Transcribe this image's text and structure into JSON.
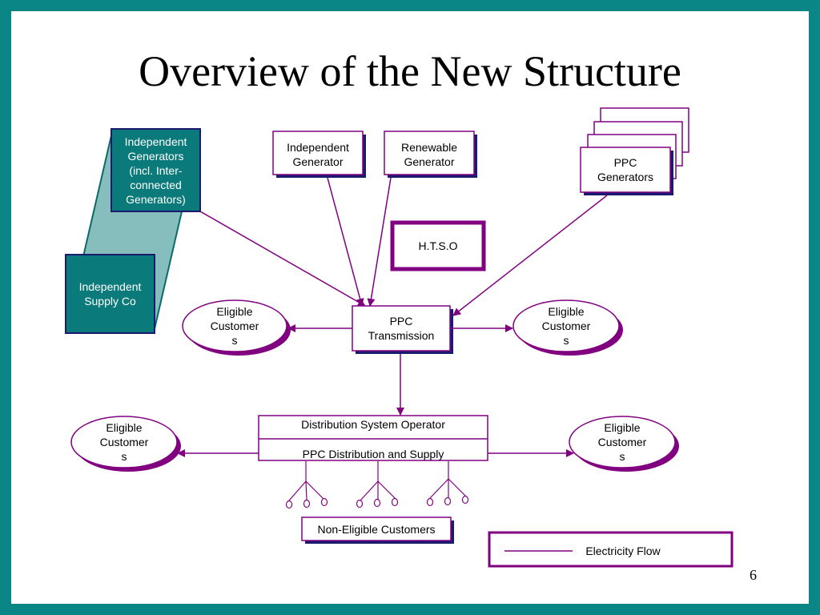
{
  "slide": {
    "title": "Overview of the New Structure",
    "page_number": "6"
  },
  "nodes": {
    "independent_generators": "Independent\nGenerators\n(incl. Inter-\nconnected\nGenerators)",
    "independent_supply": "Independent\nSupply Co",
    "independent_generator": "Independent\nGenerator",
    "renewable_generator": "Renewable\nGenerator",
    "ppc_generators": "PPC\nGenerators",
    "htso": "H.T.S.O",
    "ppc_transmission": "PPC\nTransmission",
    "eligible_customers": "Eligible\nCustomer\ns",
    "dso": "Distribution System Operator",
    "ppc_distribution": "PPC Distribution and Supply",
    "non_eligible": "Non-Eligible Customers"
  },
  "legend": {
    "electricity_flow": "Electricity Flow"
  },
  "colors": {
    "background": "#0b8686",
    "teal_box": "#0b7a7a",
    "teal_light": "#86bdbd",
    "purple": "#800080",
    "navy_shadow": "#1a1a6e"
  }
}
